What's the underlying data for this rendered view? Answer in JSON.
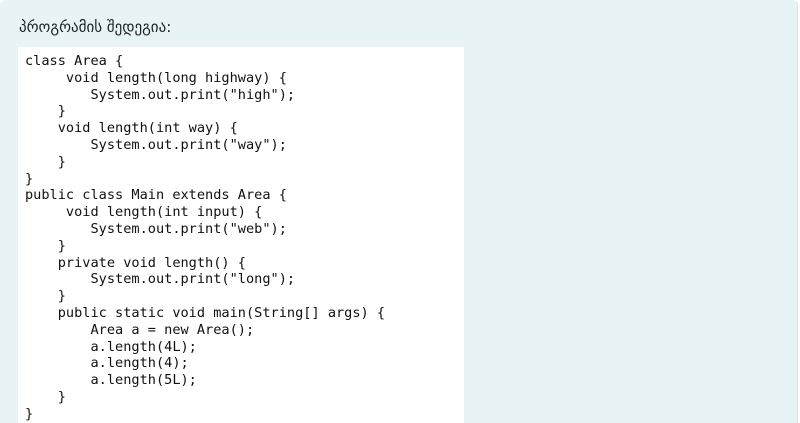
{
  "question": {
    "text": "პროგრამის შედეგია:"
  },
  "code": {
    "lines": [
      "class Area {",
      "     void length(long highway) {",
      "        System.out.print(\"high\");",
      "    }",
      "    void length(int way) {",
      "        System.out.print(\"way\");",
      "    }",
      "}",
      "public class Main extends Area {",
      "     void length(int input) {",
      "        System.out.print(\"web\");",
      "    }",
      "    private void length() {",
      "        System.out.print(\"long\");",
      "    }",
      "    public static void main(String[] args) {",
      "        Area a = new Area();",
      "        a.length(4L);",
      "        a.length(4);",
      "        a.length(5L);",
      "    }",
      "}"
    ]
  }
}
